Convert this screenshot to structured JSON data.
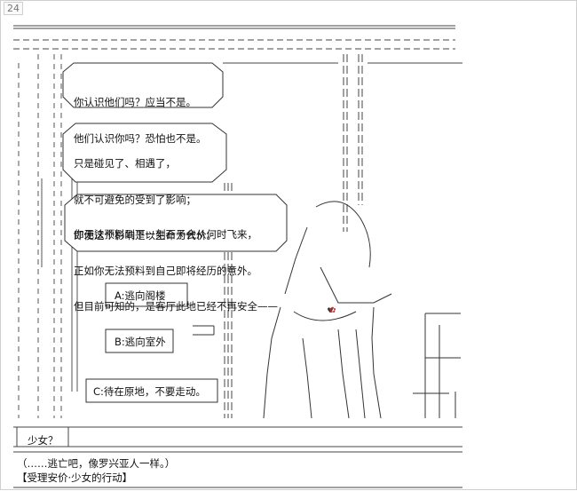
{
  "page": {
    "number": "24"
  },
  "speech_bubbles": [
    {
      "lines": [
        "你认识他们吗？应当不是。",
        "他们认识你吗？恐怕也不是。"
      ]
    },
    {
      "lines": [
        "只是碰见了、相遇了，",
        "就不可避免的受到了影响；",
        "即便这个影响是以生命为代价。"
      ]
    },
    {
      "lines": [
        "你无法预料到下一刻石子会从何时飞来，",
        "正如你无法预料到自己即将经历的意外。",
        "但目前可知的，是客厅此地已经不再安全——"
      ]
    }
  ],
  "choices": [
    {
      "label": "A:逃向阁楼"
    },
    {
      "label": "B:逃向室外"
    },
    {
      "label": "C:待在原地，不要走动。"
    }
  ],
  "name_box": {
    "label": "少女？"
  },
  "narration": {
    "line1": "（……逃亡吧，像罗兴亚人一样。）",
    "line2": "【受理安价·少女的行动】"
  }
}
